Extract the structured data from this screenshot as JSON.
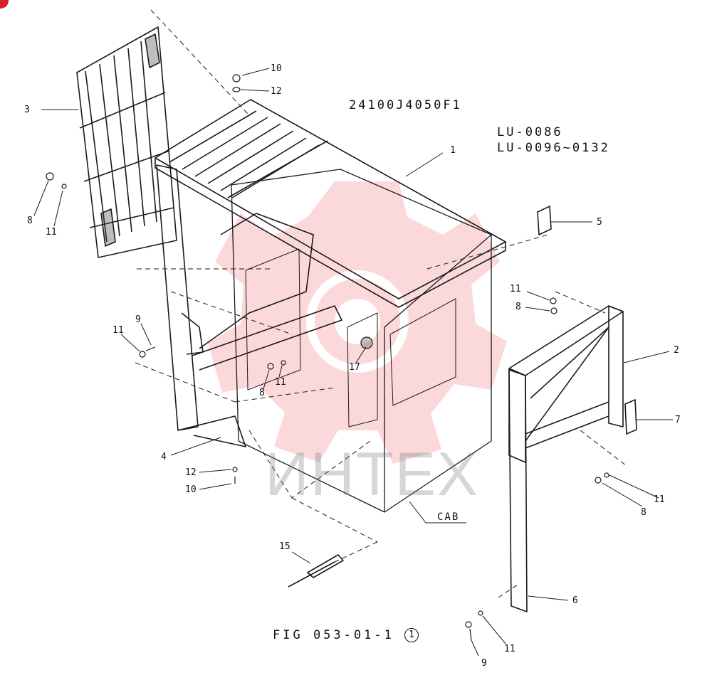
{
  "drawing": {
    "code": "24100J4050F1",
    "serial_line1": "LU-0086",
    "serial_line2": "LU-0096~0132",
    "figure_prefix": "FIG 053-01-1",
    "figure_sheet": "1",
    "cab_label": "CAB",
    "watermark": "ИНТЕХ",
    "watermark_color": "#e8202a"
  },
  "callouts": {
    "c1": "1",
    "c2": "2",
    "c3": "3",
    "c4": "4",
    "c5": "5",
    "c6": "6",
    "c7": "7",
    "c8a": "8",
    "c8b": "8",
    "c8c": "8",
    "c8d": "8",
    "c9a": "9",
    "c9b": "9",
    "c10a": "10",
    "c10b": "10",
    "c11a": "11",
    "c11b": "11",
    "c11c": "11",
    "c11d": "11",
    "c11e": "11",
    "c11f": "11",
    "c12a": "12",
    "c12b": "12",
    "c15": "15",
    "c17": "17"
  }
}
